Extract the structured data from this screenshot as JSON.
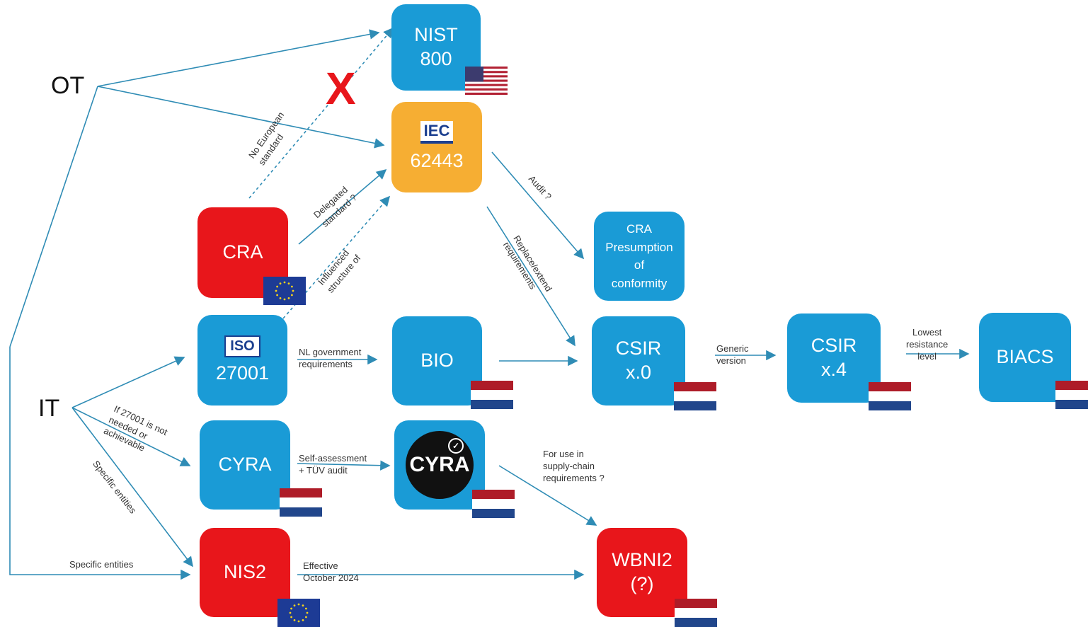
{
  "side_labels": {
    "ot": "OT",
    "it": "IT"
  },
  "nodes": {
    "nist": {
      "line1": "NIST",
      "line2": "800"
    },
    "iec": {
      "badge": "IEC",
      "line1": "62443"
    },
    "cra": {
      "line1": "CRA"
    },
    "iso": {
      "badge": "ISO",
      "line1": "27001"
    },
    "cyra": {
      "line1": "CYRA"
    },
    "nis2": {
      "line1": "NIS2"
    },
    "bio": {
      "line1": "BIO"
    },
    "cyra_cert": {
      "logo": "CYRA",
      "check": "✓"
    },
    "cra_presumption": {
      "line1": "CRA",
      "line2": "Presumption",
      "line3": "of",
      "line4": "conformity"
    },
    "csir_x0": {
      "line1": "CSIR",
      "line2": "x.0"
    },
    "csir_x4": {
      "line1": "CSIR",
      "line2": "x.4"
    },
    "biacs": {
      "line1": "BIACS"
    },
    "wbni2": {
      "line1": "WBNI2",
      "line2": "(?)"
    }
  },
  "edges": {
    "no_european": [
      "No European",
      "standard"
    ],
    "delegated": [
      "Delegated",
      "standard ?"
    ],
    "influenced": [
      "Influenced",
      "structure of"
    ],
    "audit": [
      "Audit ?"
    ],
    "replace": [
      "Replace/extend",
      "requirements"
    ],
    "nl_government": [
      "NL government",
      "requirements"
    ],
    "generic": [
      "Generic",
      "version"
    ],
    "lowest": [
      "Lowest",
      "resistance",
      "level"
    ],
    "if_27001": [
      "If 27001 is not",
      "needed or",
      "achievable"
    ],
    "specific_diag": [
      "Specific entities"
    ],
    "specific_bottom": [
      "Specific entities"
    ],
    "self_assessment": [
      "Self-assessment",
      "+ TÜV audit"
    ],
    "supply_chain": [
      "For use in",
      "supply-chain",
      "requirements ?"
    ],
    "effective": [
      "Effective",
      "October 2024"
    ]
  },
  "marks": {
    "cross": "X"
  },
  "colors": {
    "blue": "#1a9bd6",
    "red": "#e8161b",
    "orange": "#f6ae33",
    "arrow": "#2f8cb5",
    "eu_blue": "#1d3b95",
    "nl_red": "#ae1c28",
    "nl_blue": "#21468b"
  },
  "flags": {
    "nist": "us-flag",
    "cra": "eu-flag",
    "nis2": "eu-flag",
    "bio": "nl-flag",
    "cyra": "nl-flag",
    "cyra_cert": "nl-flag",
    "csir_x0": "nl-flag",
    "csir_x4": "nl-flag",
    "biacs": "nl-flag",
    "wbni2": "nl-flag"
  }
}
